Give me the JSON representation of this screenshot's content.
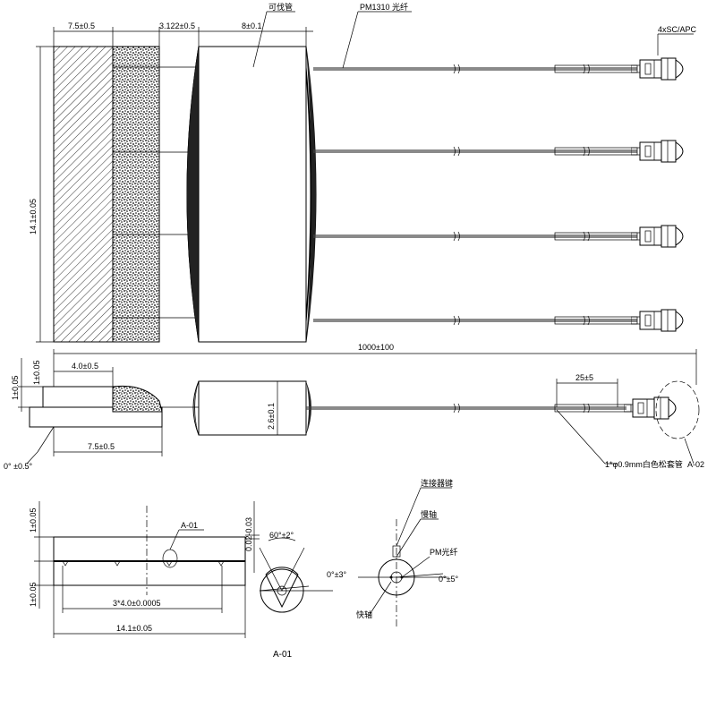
{
  "top_view": {
    "dim_chip_len": "7.5±0.5",
    "dim_gap": "3.122±0.5",
    "dim_tube_len": "8±0.1",
    "tube_label": "可伐管",
    "fiber_label": "PM1310 光纤",
    "connector_label": "4xSC/APC",
    "dim_height": "14.1±0.05"
  },
  "side_view": {
    "dim_thickness": "1±0.05",
    "dim_bevel_len": "4.0±0.5",
    "dim_total_len": "7.5±0.5",
    "dim_tube_dia": "2.6±0.1",
    "dim_fiber_len": "1000±100",
    "dim_boot_len": "25±5",
    "angle_label": "0° ±0.5°",
    "jacket_label": "1*φ0.9mm白色松套管",
    "detail_ref": "A-02"
  },
  "bottom_left": {
    "dim_top": "1±0.05",
    "dim_bottom": "1±0.05",
    "dim_flatness": "0.02-0.03",
    "detail_ref": "A-01",
    "dim_pitch": "3*4.0±0.0005",
    "dim_width": "14.1±0.05"
  },
  "detail_a01": {
    "angle": "60°±2°",
    "rot": "0°±3°",
    "title": "A-01"
  },
  "detail_conn": {
    "key_label": "连接器键",
    "slow_axis": "慢轴",
    "fiber_label": "PM光纤",
    "angle": "0°±5°",
    "fast_axis": "快轴"
  }
}
